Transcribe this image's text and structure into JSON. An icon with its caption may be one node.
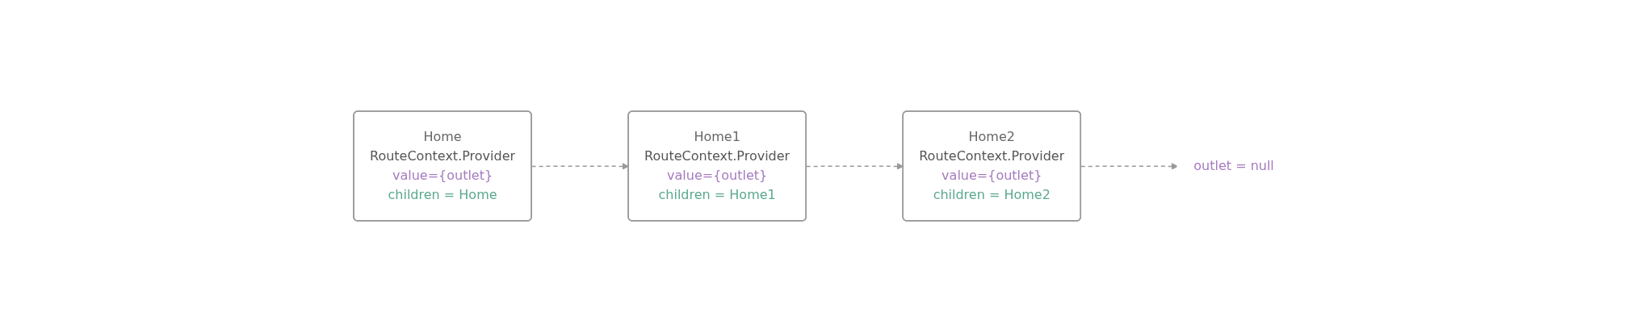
{
  "diagram": {
    "nodes": [
      {
        "text": [
          "Home",
          "RouteContext.Provider",
          "value={outlet}",
          "children = Home"
        ]
      },
      {
        "text": [
          "Home1",
          "RouteContext.Provider",
          "value={outlet}",
          "children = Home1"
        ]
      },
      {
        "text": [
          "Home2",
          "RouteContext.Provider",
          "value={outlet}",
          "children = Home2"
        ]
      },
      {
        "text": [
          "outlet = null"
        ]
      }
    ],
    "edges": [
      {
        "from": 0,
        "to": 1,
        "arrow": "to",
        "style": "dashed"
      },
      {
        "from": 1,
        "to": 2,
        "arrow": "to",
        "style": "dashed"
      },
      {
        "from": 2,
        "to": 3,
        "arrow": "to",
        "style": "dashed"
      }
    ]
  }
}
